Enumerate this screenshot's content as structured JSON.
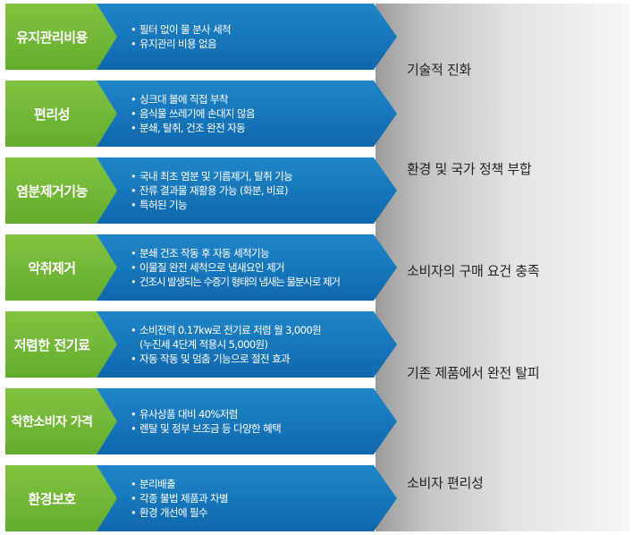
{
  "rows": [
    {
      "category": "유지관리비용",
      "items": [
        "필터 없이 물 분사 세척",
        "유지관리 비용 없음"
      ]
    },
    {
      "category": "편리성",
      "items": [
        "싱크대 볼에 직접 부착",
        "음식물 쓰레기에 손대지 않음",
        "분쇄, 탈취, 건조 완전 자동"
      ]
    },
    {
      "category": "염분제거기능",
      "items": [
        "국내 최초 염분 및 기름제거, 탈취 기능",
        "잔류 결과물 재활용 가능 (화분, 비료)",
        "특허된 기능"
      ]
    },
    {
      "category": "악취제거",
      "items": [
        "분쇄 건조 작동 후 자동 세척기능",
        "이물질 완전 세척으로 냄새요인 제거",
        "건조시 발생되는 수증기 형태의 냄새는 물분사로 제거"
      ]
    },
    {
      "category": "저렴한 전기료",
      "items": [
        "소비전력 0.17kw로 전기료 저렴  월 3,000원",
        "(누진세 4단계 적용시 5,000원)",
        "자동 작동 및 멈춤 기능으로 절전 효과"
      ]
    },
    {
      "category": "착한소비자 가격",
      "items": [
        "유사상품 대비 40%저렴",
        "렌탈 및 정부 보조금 등 다양한 혜택"
      ]
    },
    {
      "category": "환경보호",
      "items": [
        "분리배출",
        "각종 불법 제품과 차별",
        "환경 개선에 필수"
      ]
    }
  ],
  "results": [
    "기술적 진화",
    "환경 및 국가 정책 부합",
    "소비자의 구매 요건 충족",
    "기존 제품에서 완전 탈피",
    "소비자 편리성"
  ],
  "colors": {
    "green": "#63ad2c",
    "blue": "#0f68ae",
    "gray": "#c4c4c4"
  }
}
